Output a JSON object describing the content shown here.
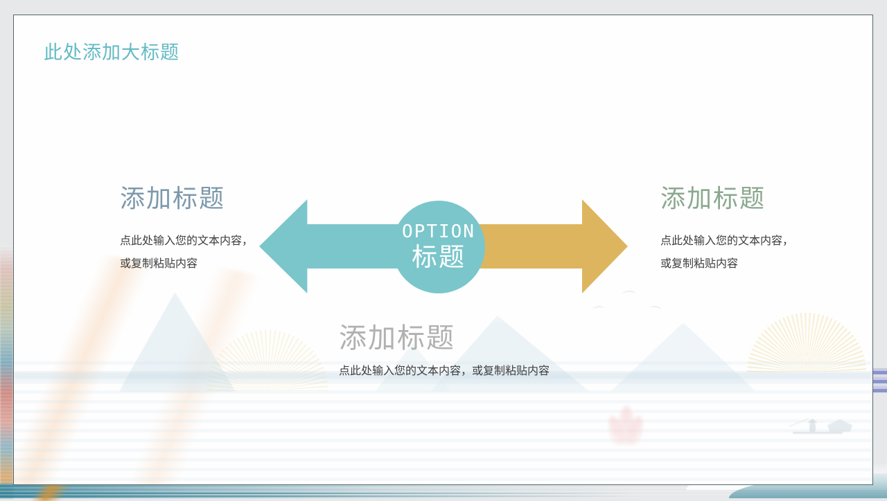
{
  "slide": {
    "title": "此处添加大标题",
    "center": {
      "option_label": "OPTION",
      "title_label": "标题"
    },
    "blocks": [
      {
        "id": "left",
        "heading": "添加标题",
        "line1": "点此处输入您的文本内容，",
        "line2": "或复制粘贴内容"
      },
      {
        "id": "right",
        "heading": "添加标题",
        "line1": "点此处输入您的文本内容，",
        "line2": "或复制粘贴内容"
      },
      {
        "id": "bottom",
        "heading": "添加标题",
        "body": "点此处输入您的文本内容，或复制粘贴内容"
      }
    ],
    "colors": {
      "accent_teal": "#7ac6cb",
      "accent_gold": "#ddb55f",
      "title_teal": "#63bac4",
      "heading_blue_gray": "#7d99ab",
      "heading_sage_green": "#8ba88e",
      "heading_light_gray": "#b1b1b1",
      "body_text": "#3d3d3d",
      "card_border": "#51656c",
      "outer_background": "#e7e8ea"
    }
  }
}
